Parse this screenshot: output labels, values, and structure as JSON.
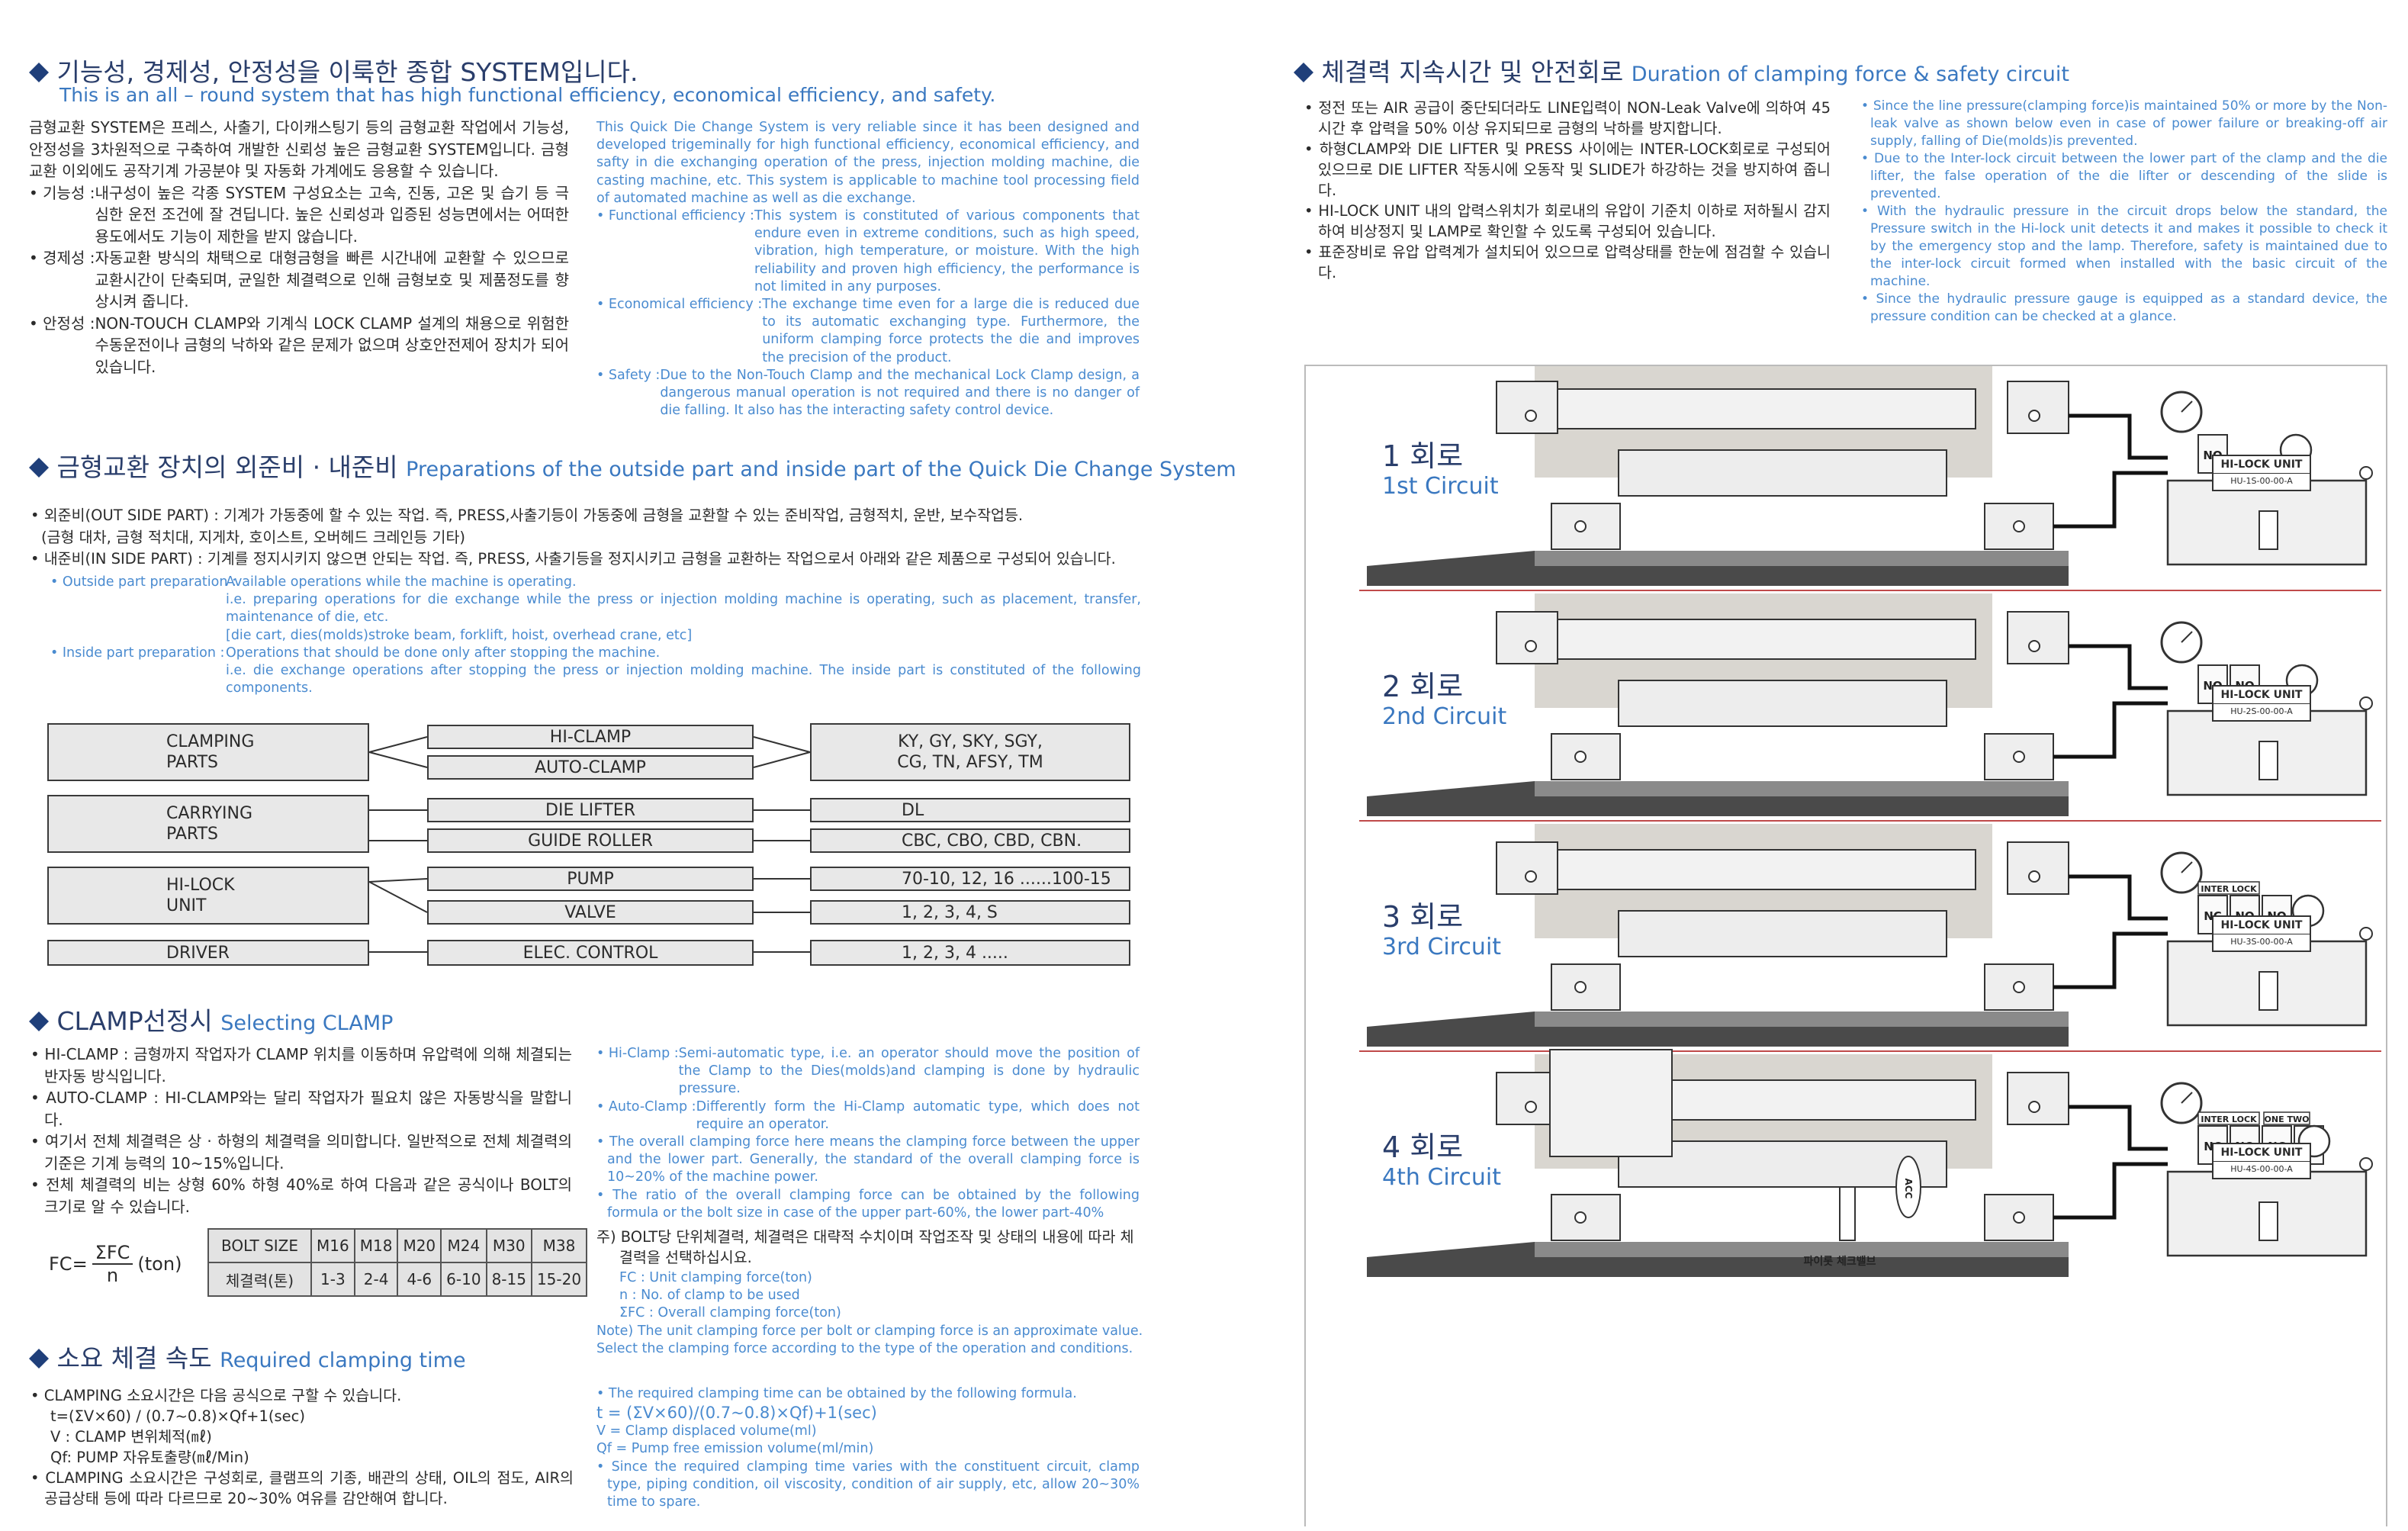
{
  "sec1": {
    "title_ko": "기능성, 경제성, 안정성을 이룩한 종합 SYSTEM입니다.",
    "subtitle_en": "This is an all – round system that has high functional efficiency, economical efficiency, and safety.",
    "ko_intro": "금형교환 SYSTEM은 프레스, 사출기, 다이캐스팅기 등의 금형교환 작업에서 기능성, 안정성을 3차원적으로 구축하여 개발한 신뢰성 높은 금형교환 SYSTEM입니다. 금형교환 이외에도 공작기계 가공분야 및 자동화 가계에도 응용할 수 있습니다.",
    "ko_bullets": [
      {
        "label": "• 기능성 :",
        "text": "내구성이 높은 각종 SYSTEM 구성요소는 고속, 진동, 고온 및 습기 등 극심한 운전 조건에 잘 견딥니다. 높은 신뢰성과 입증된 성능면에서는 어떠한 용도에서도 기능이 제한을 받지 않습니다."
      },
      {
        "label": "• 경제성 :",
        "text": "자동교환 방식의 채택으로 대형금형을 빠른 시간내에 교환할 수 있으므로 교환시간이 단축되며, 균일한 체결력으로 인해 금형보호 및 제품정도를 향상시켜 줍니다."
      },
      {
        "label": "• 안정성 :",
        "text": "NON-TOUCH CLAMP와 기계식 LOCK CLAMP 설계의 채용으로 위험한 수동운전이나 금형의 낙하와 같은 문제가 없으며 상호안전제어 장치가 되어 있습니다."
      }
    ],
    "en_intro": "This Quick Die Change System is very reliable since it has been designed and developed trigeminally for high functional efficiency, economical efficiency, and safty in die exchanging operation of the press, injection molding machine, die casting machine, etc. This system is applicable to machine tool processing field of automated machine as well as die exchange.",
    "en_bullets": [
      {
        "label": "• Functional efficiency :",
        "text": "This system is constituted of various components that endure even in extreme conditions, such as high speed, vibration, high temperature, or moisture. With the high reliability and proven high efficiency, the performance is not limited in any purposes."
      },
      {
        "label": "• Economical efficiency :",
        "text": "The exchange time even for a large die is reduced due to its automatic exchanging type. Furthermore, the uniform clamping force protects the die and improves the precision of the product."
      },
      {
        "label": "• Safety :",
        "text": "Due to the Non-Touch Clamp and the mechanical Lock Clamp design, a dangerous manual operation is not required and there is no danger of die falling. It also has the interacting safety control device."
      }
    ]
  },
  "sec2": {
    "title_ko": "금형교환 장치의 외준비 · 내준비",
    "title_en": "Preparations of the outside part and inside part of the Quick Die Change System",
    "ko_lines": [
      "• 외준비(OUT SIDE PART) : 기계가 가동중에 할 수 있는 작업. 즉, PRESS,사출기등이 가동중에 금형을 교환할 수 있는 준비작업, 금형적치, 운반, 보수작업등.",
      "(금형 대차, 금형 적치대, 지게차, 호이스트, 오버헤드 크레인등 기타)",
      "• 내준비(IN SIDE PART) : 기계를 정지시키지 않으면 안되는 작업. 즉, PRESS, 사출기등을 정지시키고 금형을 교환하는 작업으로서 아래와 같은 제품으로 구성되어 있습니다."
    ],
    "en_outside_label": "• Outside part preparation :",
    "en_outside": [
      "Available operations while the machine is operating.",
      "i.e. preparing operations for die exchange while the press or injection molding machine is operating, such as placement, transfer, maintenance of die, etc.",
      "[die cart, dies(molds)stroke beam, forklift, hoist, overhead crane, etc]"
    ],
    "en_inside_label": "• Inside part preparation :",
    "en_inside": [
      "Operations that should be done only after stopping the machine.",
      "i.e. die exchange operations after stopping the press or injection molding machine. The inside part is constituted of the following components."
    ]
  },
  "parts": {
    "groups": [
      "CLAMPING\nPARTS",
      "CARRYING\nPARTS",
      "HI-LOCK\nUNIT",
      "DRIVER"
    ],
    "items": [
      "HI-CLAMP",
      "AUTO-CLAMP",
      "DIE LIFTER",
      "GUIDE ROLLER",
      "PUMP",
      "VALVE",
      "ELEC. CONTROL"
    ],
    "models": [
      "KY, GY, SKY, SGY,\nCG, TN, AFSY, TM",
      "DL",
      "CBC, CBO, CBD, CBN.",
      "70-10, 12, 16 ......100-15",
      "1, 2, 3, 4, S",
      "1, 2, 3, 4 ....."
    ]
  },
  "sec3": {
    "title_ko": "CLAMP선정시",
    "title_en": "Selecting CLAMP",
    "ko_bullets": [
      "• HI-CLAMP : 금형까지 작업자가 CLAMP 위치를 이동하며 유압력에 의해 체결되는 반자동 방식입니다.",
      "• AUTO-CLAMP : HI-CLAMP와는 달리 작업자가 필요치 않은 자동방식을 말합니다.",
      "• 여기서 전체 체결력은 상 · 하형의 체결력을 의미합니다. 일반적으로 전체 체결력의 기준은 기계 능력의 10~15%입니다.",
      "• 전체 체결력의 비는 상형 60% 하형 40%로 하여 다음과 같은 공식이나 BOLT의 크기로 알 수 있습니다."
    ],
    "formula_lhs": "FC=",
    "formula_num": "ΣFC",
    "formula_den": "n",
    "formula_unit": "(ton)",
    "bolt_head": [
      "BOLT SIZE",
      "M16",
      "M18",
      "M20",
      "M24",
      "M30",
      "M38"
    ],
    "bolt_row": [
      "체결력(톤)",
      "1-3",
      "2-4",
      "4-6",
      "6-10",
      "8-15",
      "15-20"
    ],
    "en_bullets": [
      {
        "label": "• Hi-Clamp :",
        "text": "Semi-automatic type, i.e. an operator should move the position of the Clamp to the Dies(molds)and clamping is done by hydraulic pressure."
      },
      {
        "label": "• Auto-Clamp :",
        "text": "Differently form the Hi-Clamp automatic type, which does not require an operator."
      },
      {
        "label": "",
        "text": "• The overall clamping force here means the clamping force between the upper and the lower part. Generally, the standard of the overall clamping force is 10~20% of the machine power."
      },
      {
        "label": "",
        "text": "• The ratio of the overall clamping force can be obtained by the following formula or the bolt size in case of the upper part-60%, the lower part-40%"
      }
    ],
    "note_ko": "주) BOLT당 단위체결력, 체결력은 대략적 수치이며 작업조작 및 상태의 내용에 따라 체결력을 선택하십시요.",
    "note_defs": [
      "FC : Unit clamping force(ton)",
      "n : No. of clamp to be used",
      "ΣFC : Overall clamping force(ton)"
    ],
    "note_en": [
      "Note) The unit clamping force per bolt or clamping force is an approximate value.",
      "Select the clamping force according to the type of the operation and conditions."
    ]
  },
  "sec4": {
    "title_ko": "소요 체결 속도",
    "title_en": "Required clamping time",
    "ko_lines": [
      "• CLAMPING 소요시간은 다음 공식으로 구할 수 있습니다.",
      "t=(ΣV×60) / (0.7~0.8)×Qf+1(sec)",
      "V : CLAMP 변위체적(㎖)",
      "Qf: PUMP 자유토출량(㎖/Min)",
      "• CLAMPING 소요시간은 구성회로, 클램프의 기종, 배관의 상태, OIL의 점도, AIR의 공급상태 등에 따라 다르므로 20~30% 여유를 감안해여 합니다."
    ],
    "en_lines": [
      "• The required clamping time can be obtained by the following formula.",
      "t = (ΣV×60)/(0.7~0.8)×Qf)+1(sec)",
      "V = Clamp displaced volume(ml)",
      "Qf = Pump free emission volume(ml/min)",
      "• Since the required clamping time varies with the constituent circuit, clamp type, piping condition, oil viscosity, condition of air supply, etc, allow 20~30% time to spare."
    ]
  },
  "sec5": {
    "title_ko": "체결력 지속시간 및 안전회로",
    "title_en": "Duration of clamping force & safety circuit",
    "ko_bullets": [
      "• 정전 또는 AIR 공급이 중단되더라도 LINE입력이 NON-Leak Valve에 의하여 45시간 후 압력을 50% 이상 유지되므로 금형의 낙하를 방지합니다.",
      "• 하형CLAMP와 DIE LIFTER 및 PRESS 사이에는 INTER-LOCK회로로 구성되어 있으므로 DIE LIFTER 작동시에 오동작 및 SLIDE가 하강하는 것을 방지하여 줍니다.",
      "• HI-LOCK UNIT 내의 압력스위치가 회로내의 유압이 기준치 이하로 저하될시 감지하여 비상정지 및 LAMP로 확인할 수 있도록 구성되어 있습니다.",
      "• 표준장비로 유압 압력계가 설치되어 있으므로 압력상태를 한눈에 점검할 수 있습니다."
    ],
    "en_bullets": [
      "• Since the line pressure(clamping force)is maintained 50% or more by the Non-leak valve as shown below even in case of power failure or breaking-off air supply, falling of Die(molds)is prevented.",
      "• Due to the Inter-lock circuit between the lower part of the clamp and the die lifter, the false operation of the die lifter or descending of the slide is prevented.",
      "• With the hydraulic pressure in the circuit drops below the standard, the Pressure switch in the Hi-lock unit detects it and makes it possible to check it by the emergency stop and the lamp. Therefore, safety is maintained due to the inter-lock circuit formed when installed with the basic circuit of the machine.",
      "• Since the hydraulic pressure gauge is equipped as a standard device, the pressure condition can be checked at a glance."
    ]
  },
  "circuits": [
    {
      "ko": "1 회로",
      "en": "1st Circuit",
      "unit": "HI-LOCK UNIT",
      "code": "HU-1S-00-00-A",
      "valves": [
        "NO"
      ]
    },
    {
      "ko": "2 회로",
      "en": "2nd Circuit",
      "unit": "HI-LOCK UNIT",
      "code": "HU-2S-00-00-A",
      "valves": [
        "NO",
        "NO"
      ]
    },
    {
      "ko": "3 회로",
      "en": "3rd Circuit",
      "unit": "HI-LOCK UNIT",
      "code": "HU-3S-00-00-A",
      "valves": [
        "NC",
        "NO",
        "NO"
      ],
      "tag": "INTER LOCK"
    },
    {
      "ko": "4 회로",
      "en": "4th Circuit",
      "unit": "HI-LOCK UNIT",
      "code": "HU-4S-00-00-A",
      "valves": [
        "NC",
        "NO",
        "NC",
        "NO"
      ],
      "tag": "INTER LOCK",
      "tag2": "ONE  TWO",
      "acc": "ACC",
      "check": "파이롯 체크밸브"
    }
  ],
  "colors": {
    "heading": "#2a3e6b",
    "accent_blue": "#3a78c0",
    "english_text": "#4a8bd0",
    "box_fill": "#e8e8e8"
  }
}
